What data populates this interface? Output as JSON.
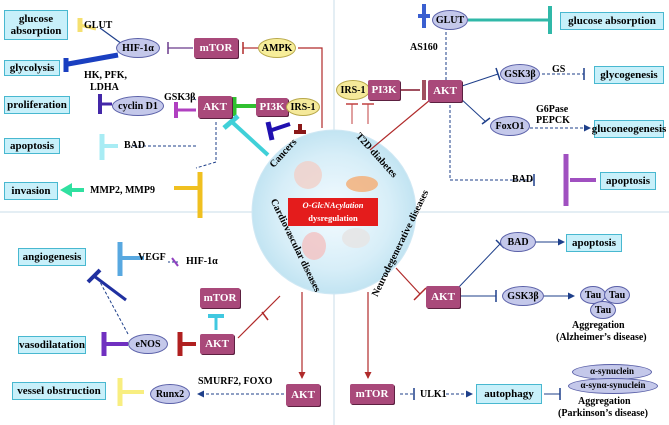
{
  "center": {
    "line1": "O-GlcNAcylation",
    "line2": "dysregulation",
    "quadrants": {
      "cancers": "Cancers",
      "t2d": "T2D diabetes",
      "cardio": "Cardiovascular diseases",
      "neuro": "Neurodegenerative diseases"
    }
  },
  "cancers": {
    "glucose_absorption": "glucose absorption",
    "glycolysis": "glycolysis",
    "proliferation": "proliferation",
    "apoptosis": "apoptosis",
    "invasion": "invasion",
    "glut": "GLUT",
    "hif1a": "HIF-1α",
    "mtor": "mTOR",
    "ampk": "AMPK",
    "hk_pfk": "HK, PFK,",
    "ldha": "LDHA",
    "gsk3b": "GSK3β",
    "cyclin_d1": "cyclin D1",
    "akt": "AKT",
    "pi3k": "PI3K",
    "irs1": "IRS-1",
    "bad": "BAD",
    "mmp": "MMP2, MMP9"
  },
  "t2d": {
    "glut": "GLUT",
    "glucose_absorption": "glucose absorption",
    "as160": "AS160",
    "irs1": "IRS-1",
    "pi3k": "PI3K",
    "akt": "AKT",
    "gsk3b": "GSK3β",
    "gs": "GS",
    "glycogenesis": "glycogenesis",
    "g6pase": "G6Pase",
    "pepck": "PEPCK",
    "foxo1": "FoxO1",
    "gluconeogenesis": "gluconeogenesis",
    "bad": "BAD",
    "apoptosis": "apoptosis"
  },
  "cardio": {
    "angiogenesis": "angiogenesis",
    "vegf": "VEGF",
    "hif1a": "HIF-1α",
    "mtor": "mTOR",
    "akt": "AKT",
    "enos": "eNOS",
    "vasodilatation": "vasodilatation",
    "vessel_obstruction": "vessel obstruction",
    "runx2": "Runx2",
    "smurf": "SMURF2, FOXO",
    "akt2": "AKT"
  },
  "neuro": {
    "bad": "BAD",
    "apoptosis": "apoptosis",
    "akt": "AKT",
    "gsk3b": "GSK3β",
    "tau": "Tau",
    "aggregation1": "Aggregation",
    "alz": "(Alzheimer’s disease)",
    "mtor": "mTOR",
    "ulk1": "ULK1",
    "autophagy": "autophagy",
    "syn1": "α-synuclein",
    "syn2": "α-synα-synuclein",
    "aggregation2": "Aggregation",
    "park": "(Parkinson’s disease)"
  }
}
